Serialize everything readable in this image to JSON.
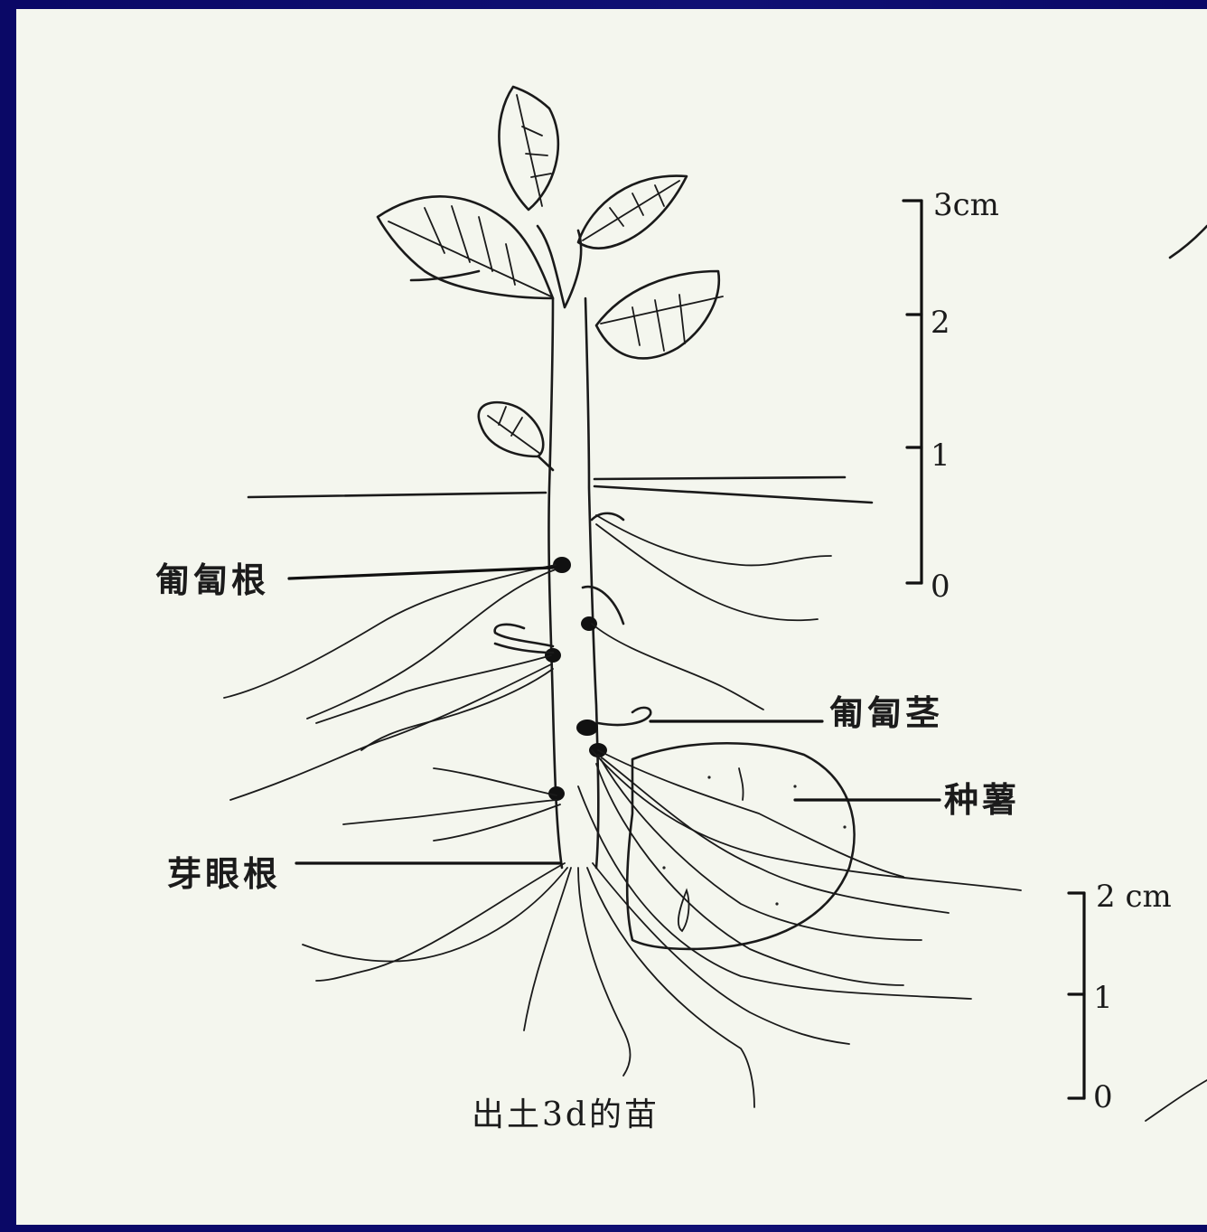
{
  "labels": {
    "lateral_root": "匍匐根",
    "stolon": "匍匐茎",
    "seed_tuber": "种薯",
    "bud_eye_root": "芽眼根",
    "caption": "出土3d的苗"
  },
  "scale_plant": {
    "unit_label": "3cm",
    "ticks": [
      "2",
      "1",
      "0"
    ]
  },
  "scale_tuber": {
    "unit_label": "2 cm",
    "ticks": [
      "1",
      "0"
    ]
  },
  "colors": {
    "background": "#0c0b6e",
    "paper": "#f4f6ee",
    "ink": "#1a1a1a"
  }
}
